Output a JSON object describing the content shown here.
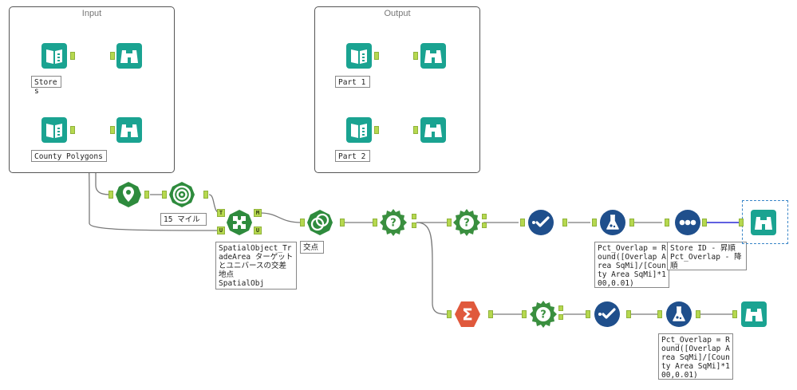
{
  "containers": {
    "input_title": "Input",
    "output_title": "Output"
  },
  "annotations": {
    "stores": "Stores",
    "county_polygons": "County Polygons",
    "part1": "Part 1",
    "part2": "Part 2",
    "buffer": "15 マイル",
    "spatial_match": "SpatialObject_TradeArea ターゲットとユニバースの交差地点\nSpatialObj",
    "intersect": "交点",
    "formula_top": "Pct_Overlap = Round([Overlap Area SqMi]/[County Area SqMi]*100,0.01)",
    "sort": "Store ID - 昇順\nPct_Overlap - 降順",
    "formula_bottom": "Pct_Overlap = Round([Overlap Area SqMi]/[County Area SqMi]*100,0.01)"
  },
  "anchor_labels": {
    "target": "T",
    "universe": "U",
    "matched": "M",
    "unmatched": "U"
  },
  "colors": {
    "input_teal": "#1aa391",
    "spatial_green": "#2e8b3d",
    "filter_green": "#3a8f3f",
    "join_blue": "#1f4f8c",
    "summarize_orange": "#e0593c",
    "anchor_green": "#b6d84f",
    "connector_gray": "#7a7a7a",
    "selected_connector": "#2b2bd6"
  },
  "icons": {
    "input": "book-icon",
    "browse": "binoculars-icon",
    "create_points": "map-pin-icon",
    "buffer": "target-icon",
    "spatial_match": "puzzle-icon",
    "intersect": "overlap-icon",
    "filter": "question-icon",
    "select": "check-icon",
    "formula": "flask-icon",
    "sort": "dots-icon",
    "summarize": "sigma-icon"
  }
}
